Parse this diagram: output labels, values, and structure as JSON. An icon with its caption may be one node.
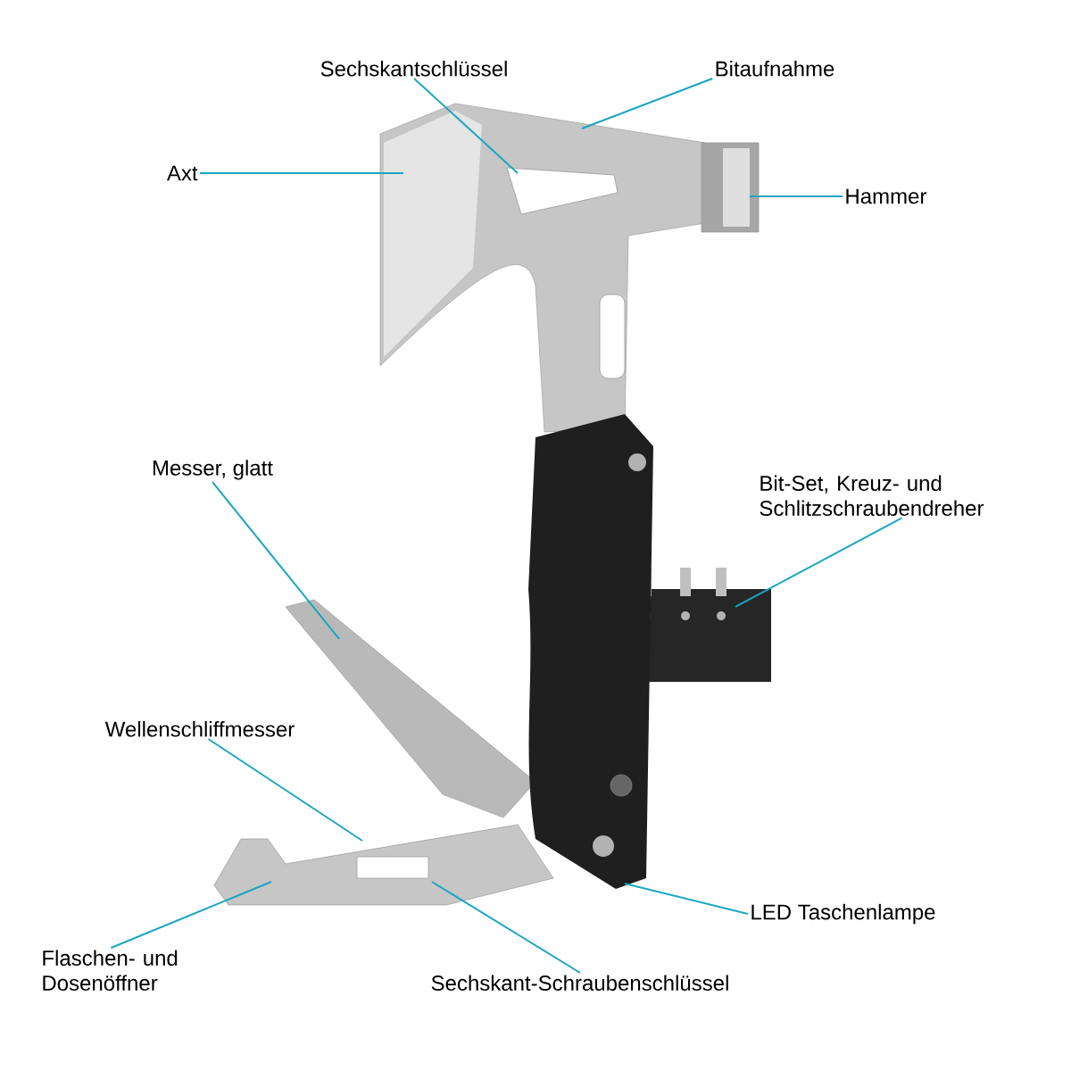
{
  "diagram": {
    "nodes": [
      {
        "text": [
          "Sechskantschlüssel"
        ]
      },
      {
        "text": [
          "Bitaufnahme"
        ]
      },
      {
        "text": [
          "Axt"
        ]
      },
      {
        "text": [
          "Hammer"
        ]
      },
      {
        "text": [
          "Messer, glatt"
        ]
      },
      {
        "text": [
          "Bit-Set, Kreuz- und Schlitzschraubendreher"
        ]
      },
      {
        "text": [
          "Wellenschliffmesser"
        ]
      },
      {
        "text": [
          "LED Taschenlampe"
        ]
      },
      {
        "text": [
          "Flaschen- und Dosenöffner"
        ]
      },
      {
        "text": [
          "Sechskant-Schraubenschlüssel"
        ]
      }
    ],
    "edges": [
      {
        "from": 0,
        "to": null,
        "arrow": "none"
      },
      {
        "from": 1,
        "to": null,
        "arrow": "none"
      },
      {
        "from": 2,
        "to": null,
        "arrow": "none"
      },
      {
        "from": 3,
        "to": null,
        "arrow": "none"
      },
      {
        "from": 4,
        "to": null,
        "arrow": "none"
      },
      {
        "from": 5,
        "to": null,
        "arrow": "none"
      },
      {
        "from": 6,
        "to": null,
        "arrow": "none"
      },
      {
        "from": 7,
        "to": null,
        "arrow": "none"
      },
      {
        "from": 8,
        "to": null,
        "arrow": "none"
      },
      {
        "from": 9,
        "to": null,
        "arrow": "none"
      }
    ]
  }
}
